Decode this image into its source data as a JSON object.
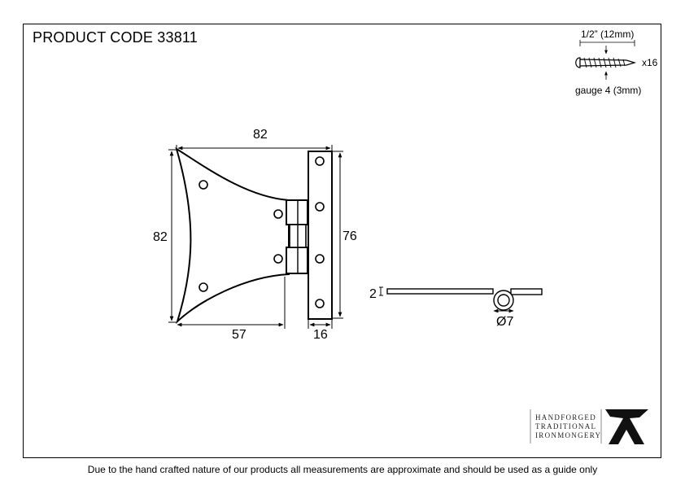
{
  "header": {
    "product_code": "PRODUCT CODE 33811"
  },
  "dimensions": {
    "leaf_width": "82",
    "leaf_height": "82",
    "plate_height": "76",
    "leaf_lower_width": "57",
    "plate_width": "16",
    "thickness": "2",
    "knuckle_diameter": "Ø7"
  },
  "screw_spec": {
    "length": "1/2” (12mm)",
    "quantity": "x16",
    "gauge": "gauge 4 (3mm)"
  },
  "logo": {
    "line1": "HANDFORGED",
    "line2": "TRADITIONAL",
    "line3": "IRONMONGERY"
  },
  "footer": {
    "disclaimer": "Due to the hand crafted nature of our products all measurements are approximate and should be used as a guide only"
  }
}
